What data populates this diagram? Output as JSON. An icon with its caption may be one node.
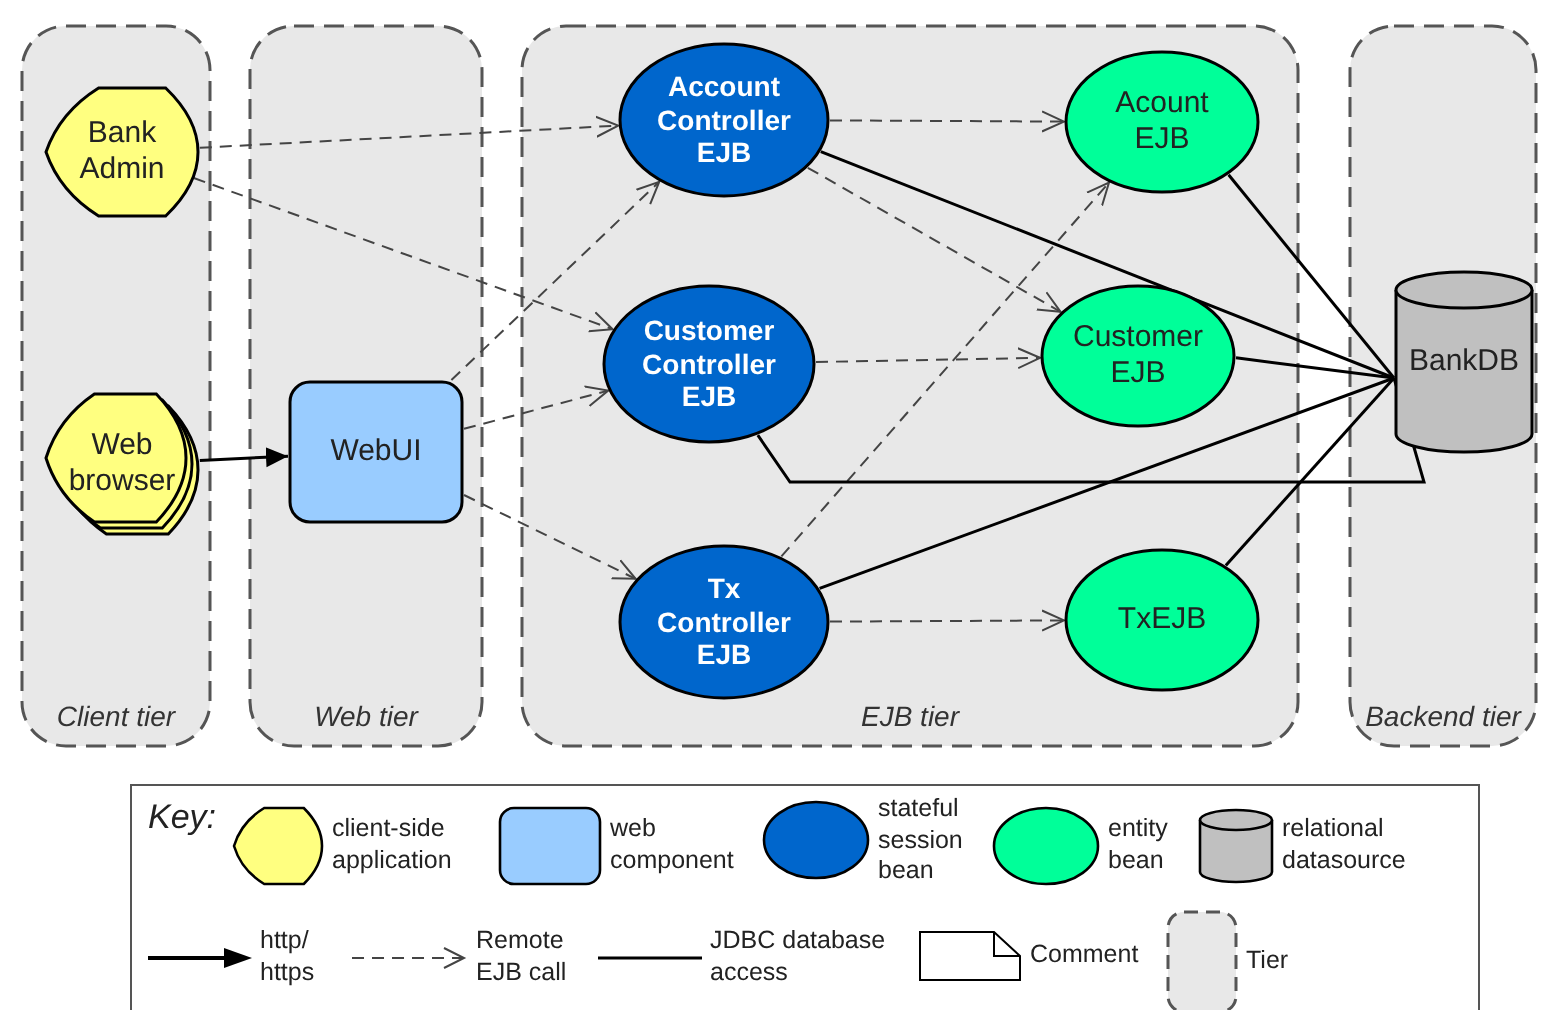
{
  "diagram": {
    "nodes": [
      {
        "text": [
          "Client tier"
        ]
      },
      {
        "text": [
          "Web tier"
        ]
      },
      {
        "text": [
          "EJB tier"
        ]
      },
      {
        "text": [
          "Backend tier"
        ]
      },
      {
        "text": [
          "Bank Admin"
        ],
        "in": 0
      },
      {
        "text": [
          "Web browser"
        ],
        "in": 0
      },
      {
        "text": [
          "WebUI"
        ],
        "in": 1
      },
      {
        "text": [
          "Account Controller EJB"
        ],
        "in": 2
      },
      {
        "text": [
          "Customer Controller EJB"
        ],
        "in": 2
      },
      {
        "text": [
          "Tx Controller EJB"
        ],
        "in": 2
      },
      {
        "text": [
          "Acount EJB"
        ],
        "in": 2
      },
      {
        "text": [
          "Customer EJB"
        ],
        "in": 2
      },
      {
        "text": [
          "TxEJB"
        ],
        "in": 2
      },
      {
        "text": [
          "BankDB"
        ],
        "in": 3
      }
    ],
    "edges": [
      {
        "from": 4,
        "to": 7,
        "arrow": "to",
        "style": "dashed"
      },
      {
        "from": 4,
        "to": 8,
        "arrow": "to",
        "style": "dashed"
      },
      {
        "from": 5,
        "to": 6,
        "arrow": "to"
      },
      {
        "from": 6,
        "to": 7,
        "arrow": "to",
        "style": "dashed"
      },
      {
        "from": 6,
        "to": 8,
        "arrow": "to",
        "style": "dashed"
      },
      {
        "from": 6,
        "to": 9,
        "arrow": "to",
        "style": "dashed"
      },
      {
        "from": 7,
        "to": 10,
        "arrow": "to",
        "style": "dashed"
      },
      {
        "from": 7,
        "to": 11,
        "arrow": "to",
        "style": "dashed"
      },
      {
        "from": 8,
        "to": 11,
        "arrow": "to",
        "style": "dashed"
      },
      {
        "from": 9,
        "to": 10,
        "arrow": "to",
        "style": "dashed"
      },
      {
        "from": 9,
        "to": 12,
        "arrow": "to",
        "style": "dashed"
      },
      {
        "from": 7,
        "to": 13,
        "arrow": "none"
      },
      {
        "from": 8,
        "to": 13,
        "arrow": "none"
      },
      {
        "from": 9,
        "to": 13,
        "arrow": "none"
      },
      {
        "from": 10,
        "to": 13,
        "arrow": "none"
      },
      {
        "from": 11,
        "to": 13,
        "arrow": "none"
      },
      {
        "from": 12,
        "to": 13,
        "arrow": "none"
      }
    ],
    "labels": [
      "Key:"
    ],
    "legend": [
      {
        "text": "client-side application",
        "color": "#ffff80"
      },
      {
        "text": "web component",
        "color": "#99ccff"
      },
      {
        "text": "stateful session bean",
        "color": "#0066cc"
      },
      {
        "text": "entity bean",
        "color": "#00ff99"
      },
      {
        "text": "relational datasource",
        "color": "#c0c0c0"
      },
      {
        "text": "http/ https"
      },
      {
        "text": "Remote EJB call"
      },
      {
        "text": "JDBC database access"
      },
      {
        "text": "Comment"
      },
      {
        "text": "Tier"
      }
    ]
  }
}
